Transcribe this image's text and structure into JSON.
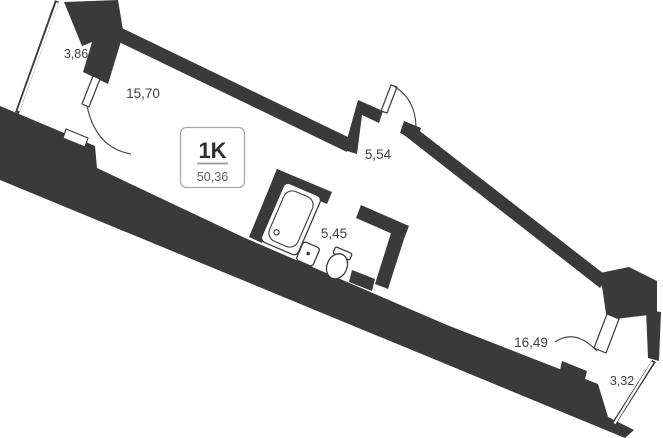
{
  "plan": {
    "unit_label": "1K",
    "total_area": "50,36",
    "rooms": [
      {
        "id": "balcony-left",
        "area": "3,86"
      },
      {
        "id": "living-room",
        "area": "15,70"
      },
      {
        "id": "hallway",
        "area": "5,54"
      },
      {
        "id": "bathroom",
        "area": "5,45"
      },
      {
        "id": "main-room",
        "area": "16,49"
      },
      {
        "id": "balcony-right",
        "area": "3,32"
      }
    ],
    "fixtures": [
      "bathtub",
      "sink",
      "toilet"
    ],
    "colors": {
      "wall": "#3a3a3a",
      "label": "#3f3f3f",
      "area_secondary": "#5f5f5f",
      "box_border": "#a8a8a8",
      "background": "#ffffff"
    }
  }
}
